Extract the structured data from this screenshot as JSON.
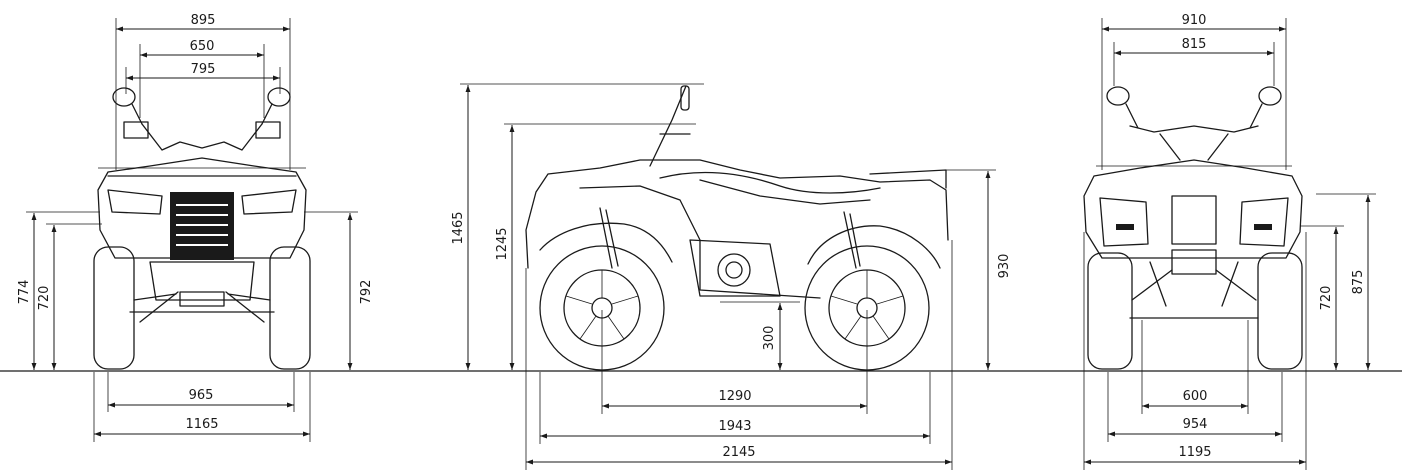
{
  "front_view": {
    "width_top": "895",
    "handlebar_grip_span": "650",
    "mirror_span": "795",
    "track_width": "965",
    "overall_width": "1165",
    "front_rack_height": "774",
    "front_fender_height": "720",
    "headlight_height": "792"
  },
  "side_view": {
    "overall_height": "1465",
    "handlebar_height": "1245",
    "rear_rack_height": "930",
    "ground_clearance": "300",
    "wheelbase": "1290",
    "body_length": "1943",
    "overall_length": "2145"
  },
  "rear_view": {
    "width_top": "910",
    "handlebar_span": "815",
    "rear_fender_height": "720",
    "taillight_height": "875",
    "rear_track": "600",
    "rear_axle_width": "954",
    "overall_width": "1195"
  }
}
